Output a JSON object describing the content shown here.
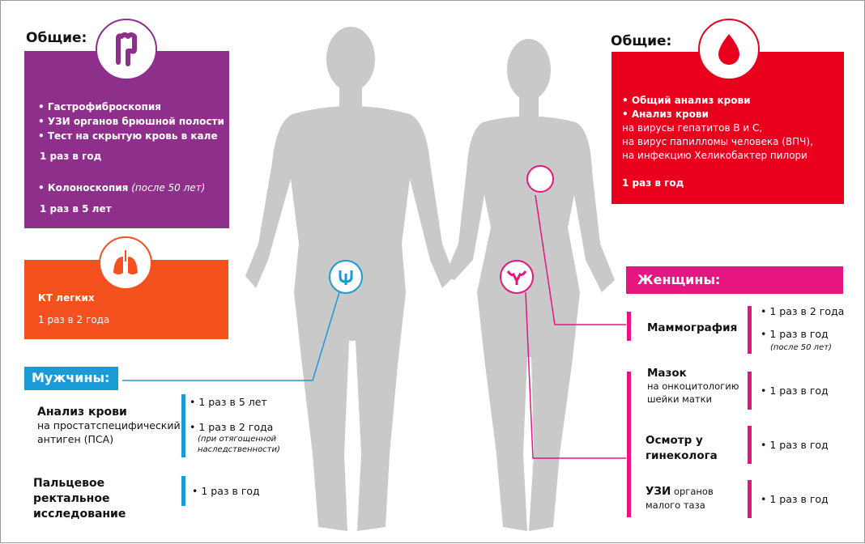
{
  "general_left": {
    "heading": "Общие:",
    "icon": "intestine-icon",
    "items": [
      "• Гастрофиброскопия",
      "• УЗИ органов брюшной полости",
      "• Тест на скрытую кровь в кале"
    ],
    "freq1": "1 раз в год",
    "colonoscopy": "• Колоноскопия",
    "colonoscopy_note": "(после 50 лет)",
    "freq2": "1 раз в 5 лет",
    "color": "#8e2f8c"
  },
  "lungs": {
    "icon": "lungs-icon",
    "title": "КТ легких",
    "freq": "1 раз в 2 года",
    "color": "#f4511e"
  },
  "general_right": {
    "heading": "Общие:",
    "icon": "blood-drop-icon",
    "item1": "• Общий анализ крови",
    "item2": "• Анализ крови",
    "lines": [
      "на вирусы гепатитов В и С,",
      "на вирус папилломы человека (ВПЧ),",
      "на инфекцию Хеликобактер пилори"
    ],
    "freq": "1 раз в год",
    "color": "#e8001c"
  },
  "men": {
    "heading": "Мужчины:",
    "icon": "male-reproductive-icon",
    "color": "#1a9ad6",
    "rows": [
      {
        "title": "Анализ крови",
        "sub": "на простатспецифический антиген (ПСА)",
        "f1": "• 1 раз в 5 лет",
        "f2": "• 1 раз в 2 года",
        "note": "(при отягощенной наследственности)"
      },
      {
        "title": "Пальцевое ректальное исследование",
        "f1": "• 1 раз в год"
      }
    ]
  },
  "women": {
    "heading": "Женщины:",
    "icon": "uterus-icon",
    "color": "#e6157f",
    "rows": [
      {
        "title": "Маммография",
        "f1": "• 1 раз в 2 года",
        "f2": "• 1 раз в год",
        "note": "(после 50 лет)"
      },
      {
        "title": "Мазок",
        "sub": "на онкоцитологию шейки матки",
        "f1": "• 1 раз в год"
      },
      {
        "title": "Осмотр у гинеколога",
        "f1": "• 1 раз в год"
      },
      {
        "title": "УЗИ",
        "sub": "органов малого таза",
        "f1": "• 1 раз в год"
      }
    ]
  }
}
